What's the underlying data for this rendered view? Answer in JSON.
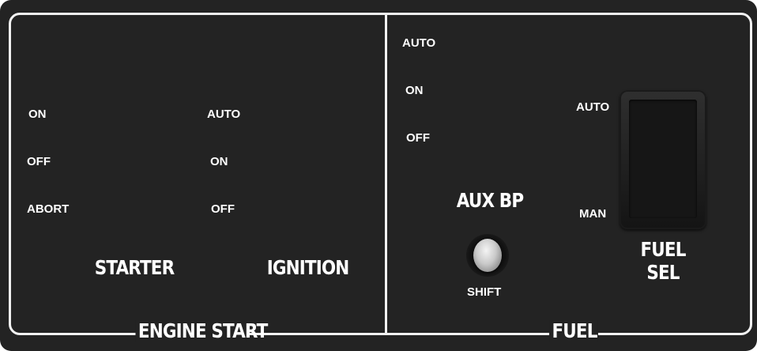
{
  "engine_start": {
    "caption": "ENGINE START",
    "starter": {
      "title": "STARTER",
      "positions": [
        "ON",
        "OFF",
        "ABORT"
      ]
    },
    "ignition": {
      "title": "IGNITION",
      "positions": [
        "AUTO",
        "ON",
        "OFF"
      ]
    }
  },
  "fuel": {
    "caption": "FUEL",
    "aux_bp": {
      "title": "AUX BP",
      "positions": [
        "AUTO",
        "ON",
        "OFF"
      ]
    },
    "shift": {
      "label": "SHIFT"
    },
    "fuel_sel": {
      "title_line1": "FUEL",
      "title_line2": "SEL",
      "auto_label": "AUTO",
      "man_label": "MAN"
    }
  },
  "colors": {
    "panel": "#232323",
    "frame": "#f2f2f2",
    "text": "#ffffff"
  }
}
